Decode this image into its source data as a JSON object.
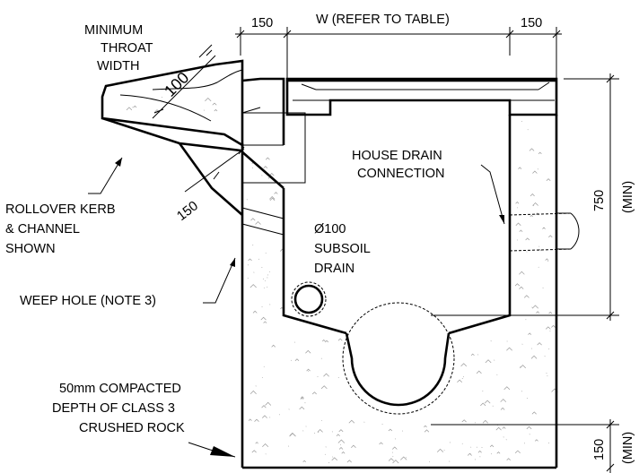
{
  "labels": {
    "min_throat": [
      "MINIMUM",
      "THROAT",
      "WIDTH"
    ],
    "dim_100": "100",
    "dim_150_left": "150",
    "dim_w": "W (REFER TO TABLE)",
    "dim_150_right": "150",
    "rollover": [
      "ROLLOVER KERB",
      "& CHANNEL",
      "SHOWN"
    ],
    "dim_150_diag": "150",
    "weep_hole": "WEEP HOLE (NOTE 3)",
    "house_drain": [
      "HOUSE DRAIN",
      "CONNECTION"
    ],
    "subsoil": [
      "Ø100",
      "SUBSOIL",
      "DRAIN"
    ],
    "dim_750": "750",
    "dim_750_min": "(MIN)",
    "compacted": [
      "50mm COMPACTED",
      "DEPTH OF CLASS 3",
      "CRUSHED ROCK"
    ],
    "dim_150_bottom": "150",
    "dim_150_bottom_min": "(MIN)"
  },
  "colors": {
    "line": "#000000",
    "background": "#ffffff"
  }
}
